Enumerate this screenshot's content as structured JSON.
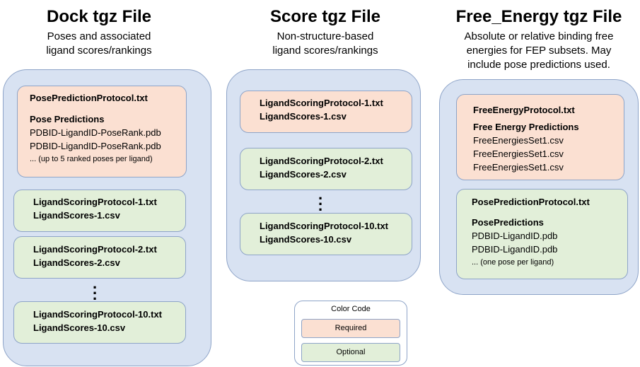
{
  "dock": {
    "title": "Dock tgz File",
    "subtitle": [
      "Poses and associated",
      "ligand scores/rankings"
    ],
    "pose_box": {
      "protocol": "PosePredictionProtocol.txt",
      "heading": "Pose Predictions",
      "files": [
        "PDBID-LigandID-PoseRank.pdb",
        "PDBID-LigandID-PoseRank.pdb"
      ],
      "note": "... (up to 5 ranked poses per ligand)"
    },
    "scoring_boxes": [
      {
        "protocol": "LigandScoringProtocol-1.txt",
        "scores": "LigandScores-1.csv"
      },
      {
        "protocol": "LigandScoringProtocol-2.txt",
        "scores": "LigandScores-2.csv"
      },
      {
        "protocol": "LigandScoringProtocol-10.txt",
        "scores": "LigandScores-10.csv"
      }
    ]
  },
  "score": {
    "title": "Score tgz File",
    "subtitle": [
      "Non-structure-based",
      "ligand scores/rankings"
    ],
    "scoring_boxes": [
      {
        "protocol": "LigandScoringProtocol-1.txt",
        "scores": "LigandScores-1.csv"
      },
      {
        "protocol": "LigandScoringProtocol-2.txt",
        "scores": "LigandScores-2.csv"
      },
      {
        "protocol": "LigandScoringProtocol-10.txt",
        "scores": "LigandScores-10.csv"
      }
    ]
  },
  "free_energy": {
    "title": "Free_Energy tgz File",
    "subtitle": [
      "Absolute or relative binding free",
      "energies for FEP subsets.  May",
      "include pose predictions used."
    ],
    "fe_box": {
      "protocol": "FreeEnergyProtocol.txt",
      "heading": "Free Energy Predictions",
      "files": [
        "FreeEnergiesSet1.csv",
        "FreeEnergiesSet1.csv",
        "FreeEnergiesSet1.csv"
      ]
    },
    "pose_box": {
      "protocol": "PosePredictionProtocol.txt",
      "heading": "PosePredictions",
      "files": [
        "PDBID-LigandID.pdb",
        "PDBID-LigandID.pdb"
      ],
      "note": "... (one pose per ligand)"
    }
  },
  "legend": {
    "title": "Color Code",
    "required": "Required",
    "optional": "Optional"
  },
  "colors": {
    "container": "#d8e2f2",
    "required": "#fbe0d2",
    "optional": "#e2efd9",
    "border": "#8ea4c8"
  }
}
